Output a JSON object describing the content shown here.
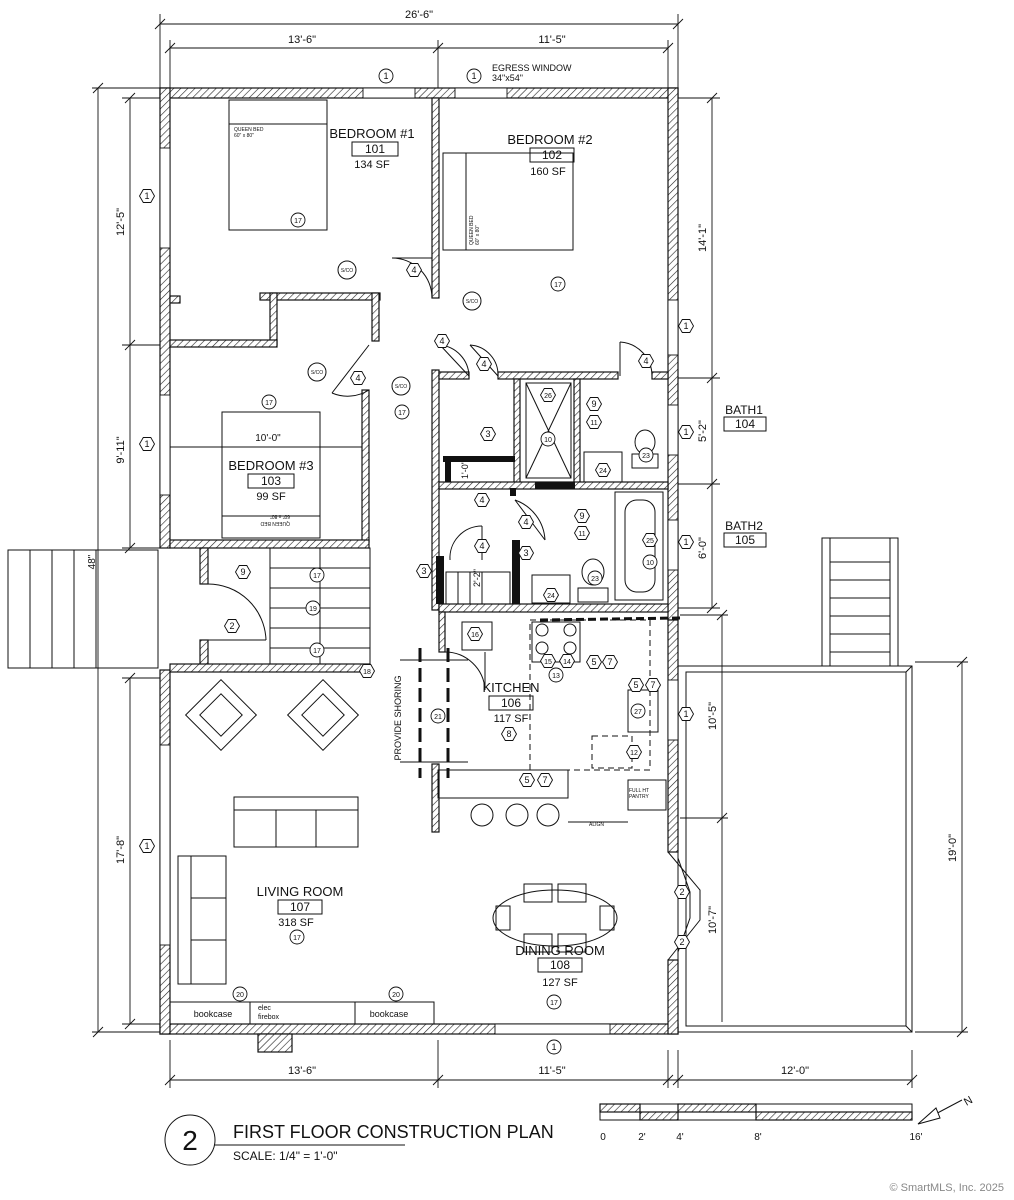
{
  "dimensions": {
    "overall_width": "26'-6\"",
    "top_left": "13'-6\"",
    "top_right": "11'-5\"",
    "left_upper": "12'-5\"",
    "left_middle": "9'-11\"",
    "left_lower": "17'-8\"",
    "right_upper": "14'-1\"",
    "bath1_height": "5'-2\"",
    "bath2_height": "6'-0\"",
    "kitchen_height": "10'-5\"",
    "dining_height": "10'-7\"",
    "deck_height": "19'-0\"",
    "bottom_left": "13'-6\"",
    "bottom_mid": "11'-5\"",
    "bottom_right": "12'-0\"",
    "bedroom3_width": "10'-0\"",
    "closet_1": "1'-0\"",
    "closet_2": "2'-2\"",
    "entry_stair": "48\""
  },
  "notes": {
    "egress_line1": "EGRESS WINDOW",
    "egress_line2": "34\"x54\"",
    "bed_label1": "QUEEN BED",
    "bed_label2": "60\" x 80\"",
    "smoke_detector": "S/CO",
    "provide_shoring": "PROVIDE SHORING",
    "pantry_line1": "FULL HT",
    "pantry_line2": "PANTRY",
    "align": "ALIGN",
    "bookcase": "bookcase",
    "fireplace_line1": "elec",
    "fireplace_line2": "firebox"
  },
  "rooms": [
    {
      "name": "BEDROOM #1",
      "number": "101",
      "area": "134 SF"
    },
    {
      "name": "BEDROOM #2",
      "number": "102",
      "area": "160 SF"
    },
    {
      "name": "BEDROOM #3",
      "number": "103",
      "area": "99 SF"
    },
    {
      "name": "BATH1",
      "number": "104",
      "area": ""
    },
    {
      "name": "BATH2",
      "number": "105",
      "area": ""
    },
    {
      "name": "KITCHEN",
      "number": "106",
      "area": "117 SF"
    },
    {
      "name": "LIVING ROOM",
      "number": "107",
      "area": "318 SF"
    },
    {
      "name": "DINING ROOM",
      "number": "108",
      "area": "127 SF"
    }
  ],
  "title_block": {
    "number": "2",
    "title": "FIRST FLOOR CONSTRUCTION PLAN",
    "scale": "SCALE: 1/4\" = 1'-0\""
  },
  "scale_bar": {
    "labels": [
      "0",
      "2'",
      "4'",
      "8'",
      "16'"
    ]
  },
  "north_arrow": {
    "label": "N"
  },
  "watermark": "© SmartMLS, Inc. 2025"
}
